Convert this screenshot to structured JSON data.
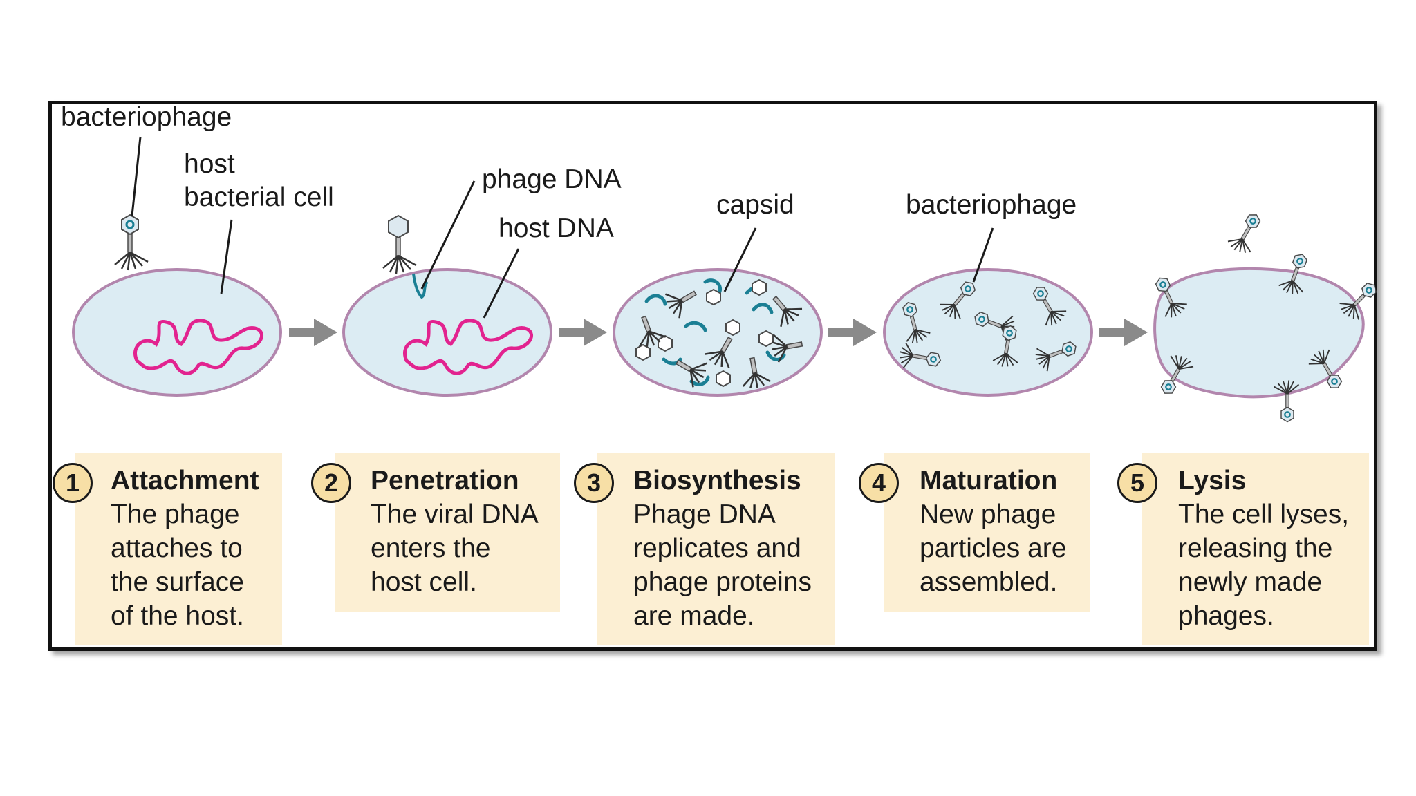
{
  "labels": {
    "bacteriophage_1": "bacteriophage",
    "host_bacterial_cell": "host\nbacterial cell",
    "phage_dna": "phage DNA",
    "host_dna": "host DNA",
    "capsid": "capsid",
    "bacteriophage_4": "bacteriophage"
  },
  "steps": [
    {
      "number": "1",
      "title": "Attachment",
      "description": "The phage\nattaches to\nthe surface\nof the host."
    },
    {
      "number": "2",
      "title": "Penetration",
      "description": "The viral DNA\nenters the\nhost cell."
    },
    {
      "number": "3",
      "title": "Biosynthesis",
      "description": "Phage DNA\nreplicates and\nphage proteins\nare made."
    },
    {
      "number": "4",
      "title": "Maturation",
      "description": "New phage\nparticles are\nassembled."
    },
    {
      "number": "5",
      "title": "Lysis",
      "description": "The cell lyses,\nreleasing the\nnewly made\nphages."
    }
  ],
  "colors": {
    "cell_fill": "#dcecf3",
    "cell_stroke": "#b286ad",
    "host_dna": "#e2238f",
    "phage_dna": "#1b7f94",
    "card_fill": "#fcefd3",
    "number_fill": "#f7dfa6",
    "arrow": "#8a8a8a"
  },
  "icons": [
    "bacteriophage-icon",
    "arrow-right-icon",
    "capsid-icon"
  ]
}
